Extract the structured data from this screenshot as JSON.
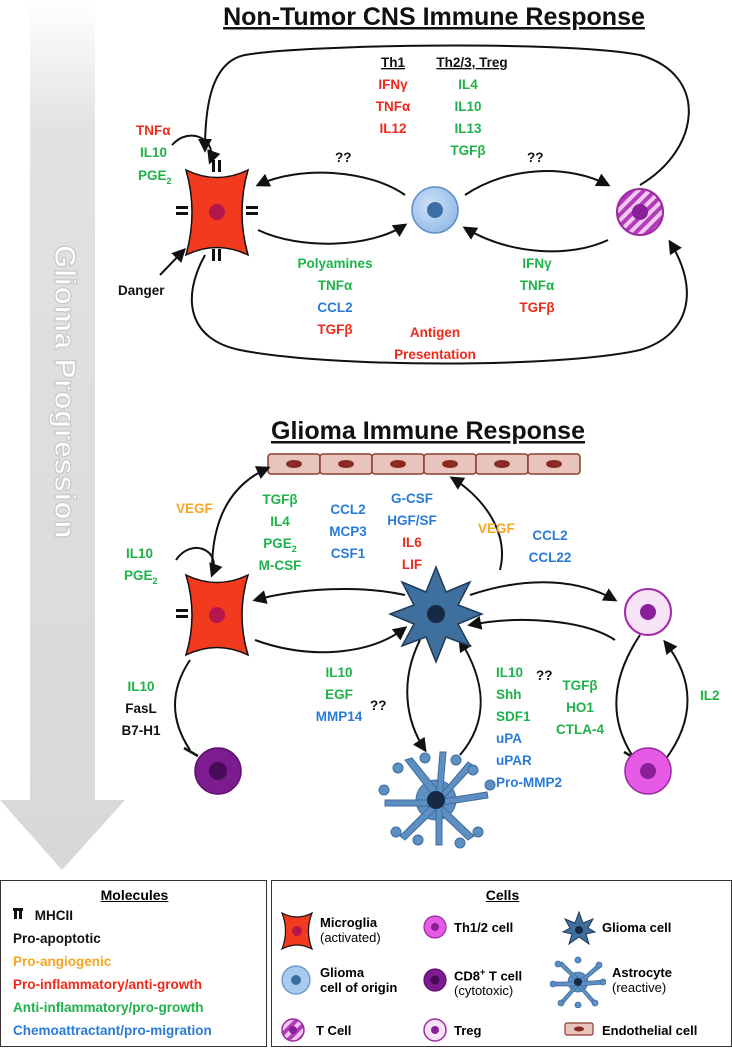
{
  "titles": {
    "top": "Non-Tumor CNS Immune Response",
    "bottom": "Glioma Immune Response",
    "progression": "Glioma Progression"
  },
  "colors": {
    "black": "#111111",
    "red": "#ee2a1c",
    "green": "#1fb14a",
    "blue": "#2a7bd6",
    "orange": "#f5a623",
    "microglia": "#f23a1f",
    "glioma_origin": "#a9cbf0",
    "glioma_cell": "#3f6f9c",
    "magenta": "#e65ae6",
    "purple": "#8a1f9a",
    "endothelial": "#e9c4bd"
  },
  "top": {
    "header_th1": "Th1",
    "header_th23": "Th2/3, Treg",
    "th1": [
      "IFNγ",
      "TNFα",
      "IL12"
    ],
    "th23": [
      "IL4",
      "IL10",
      "IL13",
      "TGFβ"
    ],
    "autocrine_red": "TNFα",
    "autocrine_green_1": "IL10",
    "autocrine_green_2": "PGE",
    "autocrine_green_2_sub": "2",
    "qq_left": "??",
    "qq_right": "??",
    "danger": "Danger",
    "left_lower_green": [
      "Polyamines",
      "TNFα"
    ],
    "left_lower_blue": "CCL2",
    "left_lower_red": "TGFβ",
    "right_lower_green": [
      "IFNγ",
      "TNFα"
    ],
    "right_lower_red": "TGFβ",
    "antigen": [
      "Antigen",
      "Presentation"
    ]
  },
  "bottom": {
    "vegf_left": "VEGF",
    "vegf_right": "VEGF",
    "green_col": [
      "TGFβ",
      "IL4",
      "PGE",
      "M-CSF"
    ],
    "green_col_sub": "2",
    "blue_col": [
      "CCL2",
      "MCP3",
      "CSF1"
    ],
    "blue_col2": [
      "G-CSF",
      "HGF/SF"
    ],
    "red_col2": [
      "IL6",
      "LIF"
    ],
    "right_blue": [
      "CCL2",
      "CCL22"
    ],
    "autocrine": [
      "IL10",
      "PGE"
    ],
    "autocrine_sub": "2",
    "cd8_green": "IL10",
    "cd8_black": [
      "FasL",
      "B7-H1"
    ],
    "mid_green": [
      "IL10",
      "EGF"
    ],
    "mid_blue": "MMP14",
    "qq_astro": "??",
    "astro_green": [
      "IL10",
      "Shh",
      "SDF1"
    ],
    "astro_blue": [
      "uPA",
      "uPAR",
      "Pro-MMP2"
    ],
    "qq_treg": "??",
    "treg_green": [
      "TGFβ",
      "HO1",
      "CTLA-4"
    ],
    "il2": "IL2"
  },
  "legend": {
    "molecules_title": "Molecules",
    "mhcii": "MHCII",
    "pro_apoptotic": "Pro-apoptotic",
    "pro_angiogenic": "Pro-angiogenic",
    "pro_inflammatory": "Pro-inflammatory/anti-growth",
    "anti_inflammatory": "Anti-inflammatory/pro-growth",
    "chemoattractant": "Chemoattractant/pro-migration",
    "cells_title": "Cells",
    "microglia": "Microglia",
    "microglia_sub": "(activated)",
    "glioma_origin": "Glioma",
    "glioma_origin_sub": "cell of origin",
    "tcell": "T Cell",
    "th12": "Th1/2 cell",
    "cd8": "CD8",
    "cd8_sup": "+",
    "cd8_rest": " T cell",
    "cd8_sub": "(cytotoxic)",
    "treg": "Treg",
    "glioma_cell": "Glioma cell",
    "astrocyte": "Astrocyte",
    "astrocyte_sub": "(reactive)",
    "endothelial": "Endothelial cell"
  }
}
